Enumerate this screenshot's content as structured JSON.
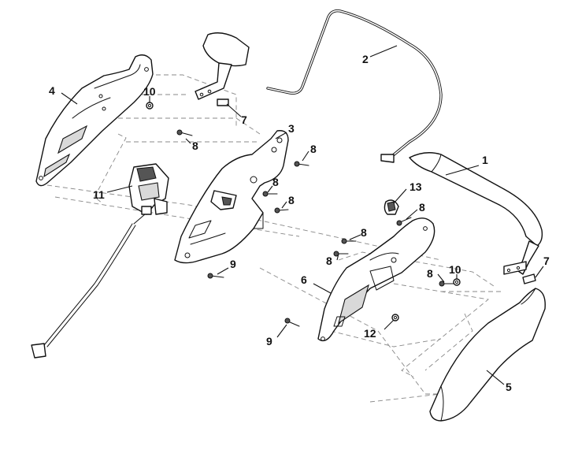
{
  "callouts": {
    "c1": "1",
    "c2": "2",
    "c3": "3",
    "c4": "4",
    "c5": "5",
    "c6": "6",
    "c7a": "7",
    "c7b": "7",
    "c8a": "8",
    "c8b": "8",
    "c8c": "8",
    "c8d": "8",
    "c8e": "8",
    "c8f": "8",
    "c8g": "8",
    "c9a": "9",
    "c9b": "9",
    "c10a": "10",
    "c10b": "10",
    "c11": "11",
    "c12": "12",
    "c13": "13"
  }
}
